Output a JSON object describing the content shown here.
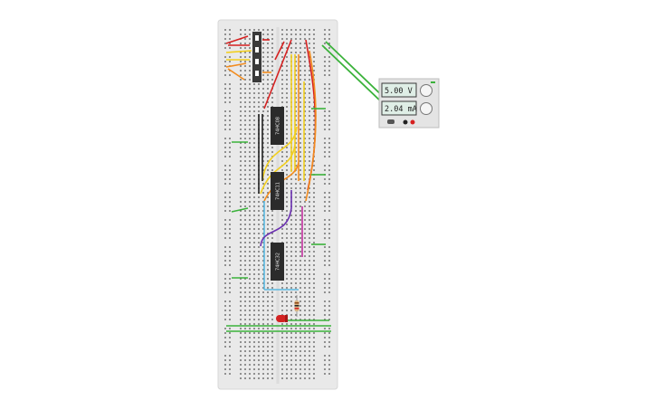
{
  "circuit": {
    "chips": [
      {
        "id": "ic1",
        "label": "74HC08"
      },
      {
        "id": "ic2",
        "label": "74HC11"
      },
      {
        "id": "ic3",
        "label": "74HC32"
      }
    ],
    "power_supply": {
      "voltage": "5.00 V",
      "current": "2.04 mA"
    },
    "colors": {
      "breadboard": "#e9e9e9",
      "wire_red": "#d62020",
      "wire_yellow": "#f2cf1d",
      "wire_orange": "#f28b1d",
      "wire_green": "#3bb23b",
      "wire_blue": "#5ab8e0",
      "wire_purple": "#6a2fb0",
      "wire_magenta": "#c2319f",
      "wire_black": "#222222",
      "led": "#d32222"
    }
  }
}
